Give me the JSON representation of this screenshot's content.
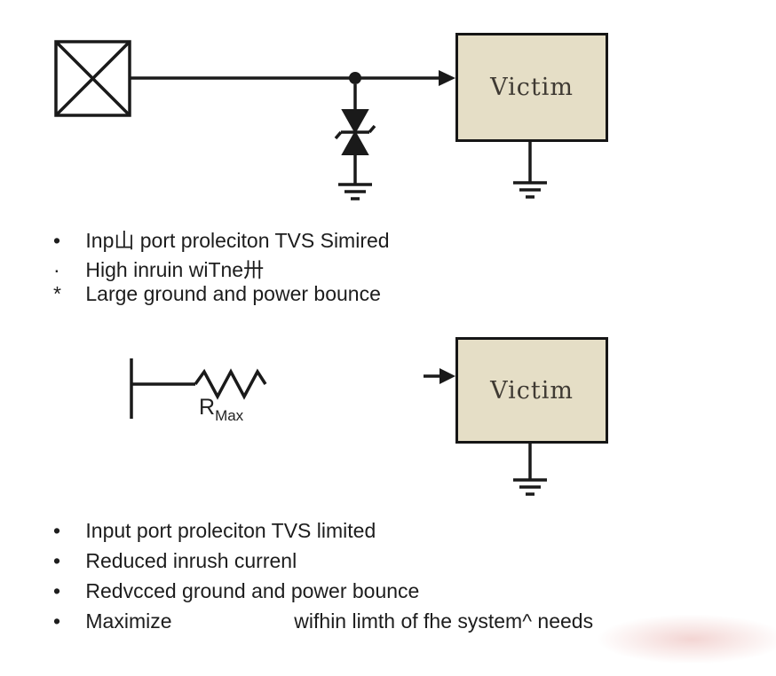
{
  "colors": {
    "box_fill": "#e5dec6",
    "line": "#1a1a1a",
    "text": "#1d1d1d"
  },
  "circuit_top": {
    "victim_label": "Victim",
    "bullets": [
      {
        "glyph": "•",
        "text": "Inp山 port proleciton TVS Simired"
      },
      {
        "glyph": "·",
        "text": "High inruin wiTne卅"
      },
      {
        "glyph": "*",
        "text": "Large ground and power bounce"
      }
    ]
  },
  "circuit_bottom": {
    "victim_label": "Victim",
    "resistor_label": "R",
    "resistor_sub": "Max",
    "bullets": [
      {
        "glyph": "•",
        "text": "Input port proleciton TVS limited"
      },
      {
        "glyph": "•",
        "text": "Reduced inrush currenl"
      },
      {
        "glyph": "•",
        "text": "Redvcced ground and power bounce"
      },
      {
        "glyph": "•",
        "text": "Maximize",
        "text_after_gap": "wifhin limth of fhe system^ needs"
      }
    ]
  }
}
